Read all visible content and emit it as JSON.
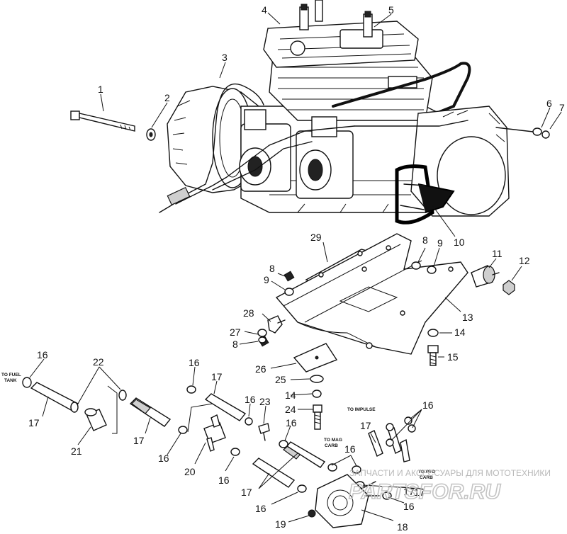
{
  "diagram": {
    "callouts": [
      "1",
      "2",
      "3",
      "4",
      "5",
      "6",
      "7",
      "8",
      "9",
      "10",
      "11",
      "12",
      "13",
      "14",
      "15",
      "16",
      "17",
      "18",
      "19",
      "20",
      "21",
      "22",
      "23",
      "24",
      "25",
      "26",
      "27",
      "28",
      "29"
    ],
    "labels": {
      "n1": "1",
      "n2": "2",
      "n3": "3",
      "n4": "4",
      "n5": "5",
      "n6": "6",
      "n7": "7",
      "n8a": "8",
      "n9a": "9",
      "n10": "10",
      "n11": "11",
      "n12": "12",
      "n29": "29",
      "n8b": "8",
      "n9b": "9",
      "n13": "13",
      "n28": "28",
      "n14a": "14",
      "n27": "27",
      "n8c": "8",
      "n15": "15",
      "n26": "26",
      "n25": "25",
      "n14b": "14",
      "n24": "24",
      "n16a": "16",
      "n22": "22",
      "n16b": "16",
      "n17a": "17",
      "n16c": "16",
      "n23": "23",
      "n17b": "17",
      "n21": "21",
      "n17c": "17",
      "n16d": "16",
      "n16e": "16",
      "n20": "20",
      "n16f": "16",
      "n16g": "16",
      "n17d": "17",
      "n16h": "16",
      "n16i": "16",
      "n17e": "17",
      "n16j": "16",
      "n17f": "17",
      "n16k": "16",
      "n19": "19",
      "n18": "18",
      "n17g": "17"
    },
    "notes": {
      "fuel_tank": [
        "TO FUEL",
        "TANK"
      ],
      "impulse": "TO IMPULSE",
      "mag_carb": [
        "TO MAG",
        "CARB"
      ],
      "pto_carb": [
        "TO PTO",
        "CARB"
      ]
    }
  },
  "watermark": {
    "caption": "ЗАПЧАСТИ И АКСЕССУАРЫ ДЛЯ МОТОТЕХНИКИ",
    "brand": "PARTSFOR.RU"
  }
}
